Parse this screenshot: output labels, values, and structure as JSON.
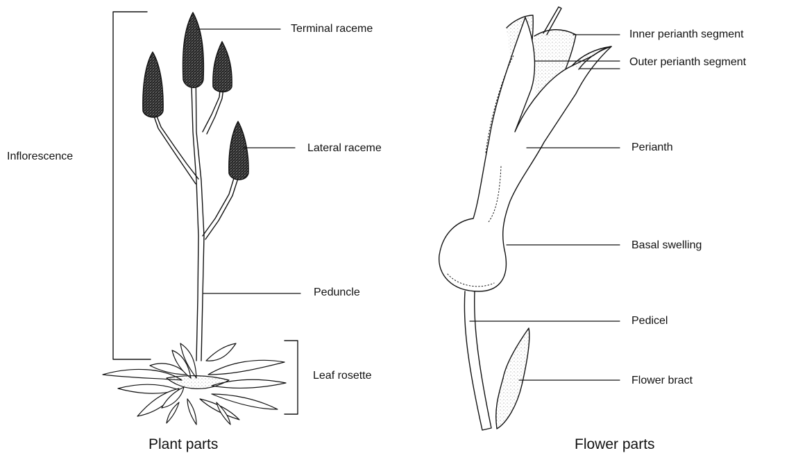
{
  "plant": {
    "caption": "Plant parts",
    "labels": {
      "terminal_raceme": "Terminal raceme",
      "lateral_raceme": "Lateral raceme",
      "inflorescence": "Inflorescence",
      "peduncle": "Peduncle",
      "leaf_rosette": "Leaf rosette"
    }
  },
  "flower": {
    "caption": "Flower parts",
    "labels": {
      "inner_perianth_segment": "Inner perianth segment",
      "outer_perianth_segment": "Outer perianth segment",
      "perianth": "Perianth",
      "basal_swelling": "Basal swelling",
      "pedicel": "Pedicel",
      "flower_bract": "Flower bract"
    }
  }
}
